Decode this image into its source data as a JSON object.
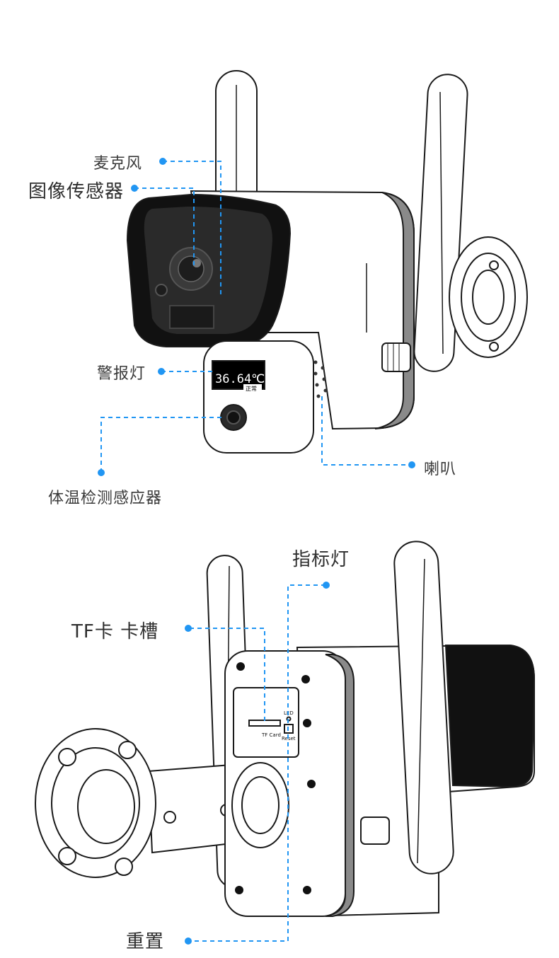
{
  "labels": {
    "microphone": "麦克风",
    "image_sensor": "图像传感器",
    "alarm_light": "警报灯",
    "temp_sensor": "体温检测感应器",
    "speaker": "喇叭",
    "indicator_light": "指标灯",
    "tf_slot": "TF卡 卡槽",
    "reset": "重置"
  },
  "device_text": {
    "temperature": "36.64℃",
    "status": "正常",
    "led": "LED",
    "tf_card": "TF Card",
    "reset_button": "Reset"
  },
  "colors": {
    "leader": "#2196f3",
    "outline": "#1a1a1a",
    "dark_shell": "#111111",
    "side_gray": "#8a8a8a"
  }
}
